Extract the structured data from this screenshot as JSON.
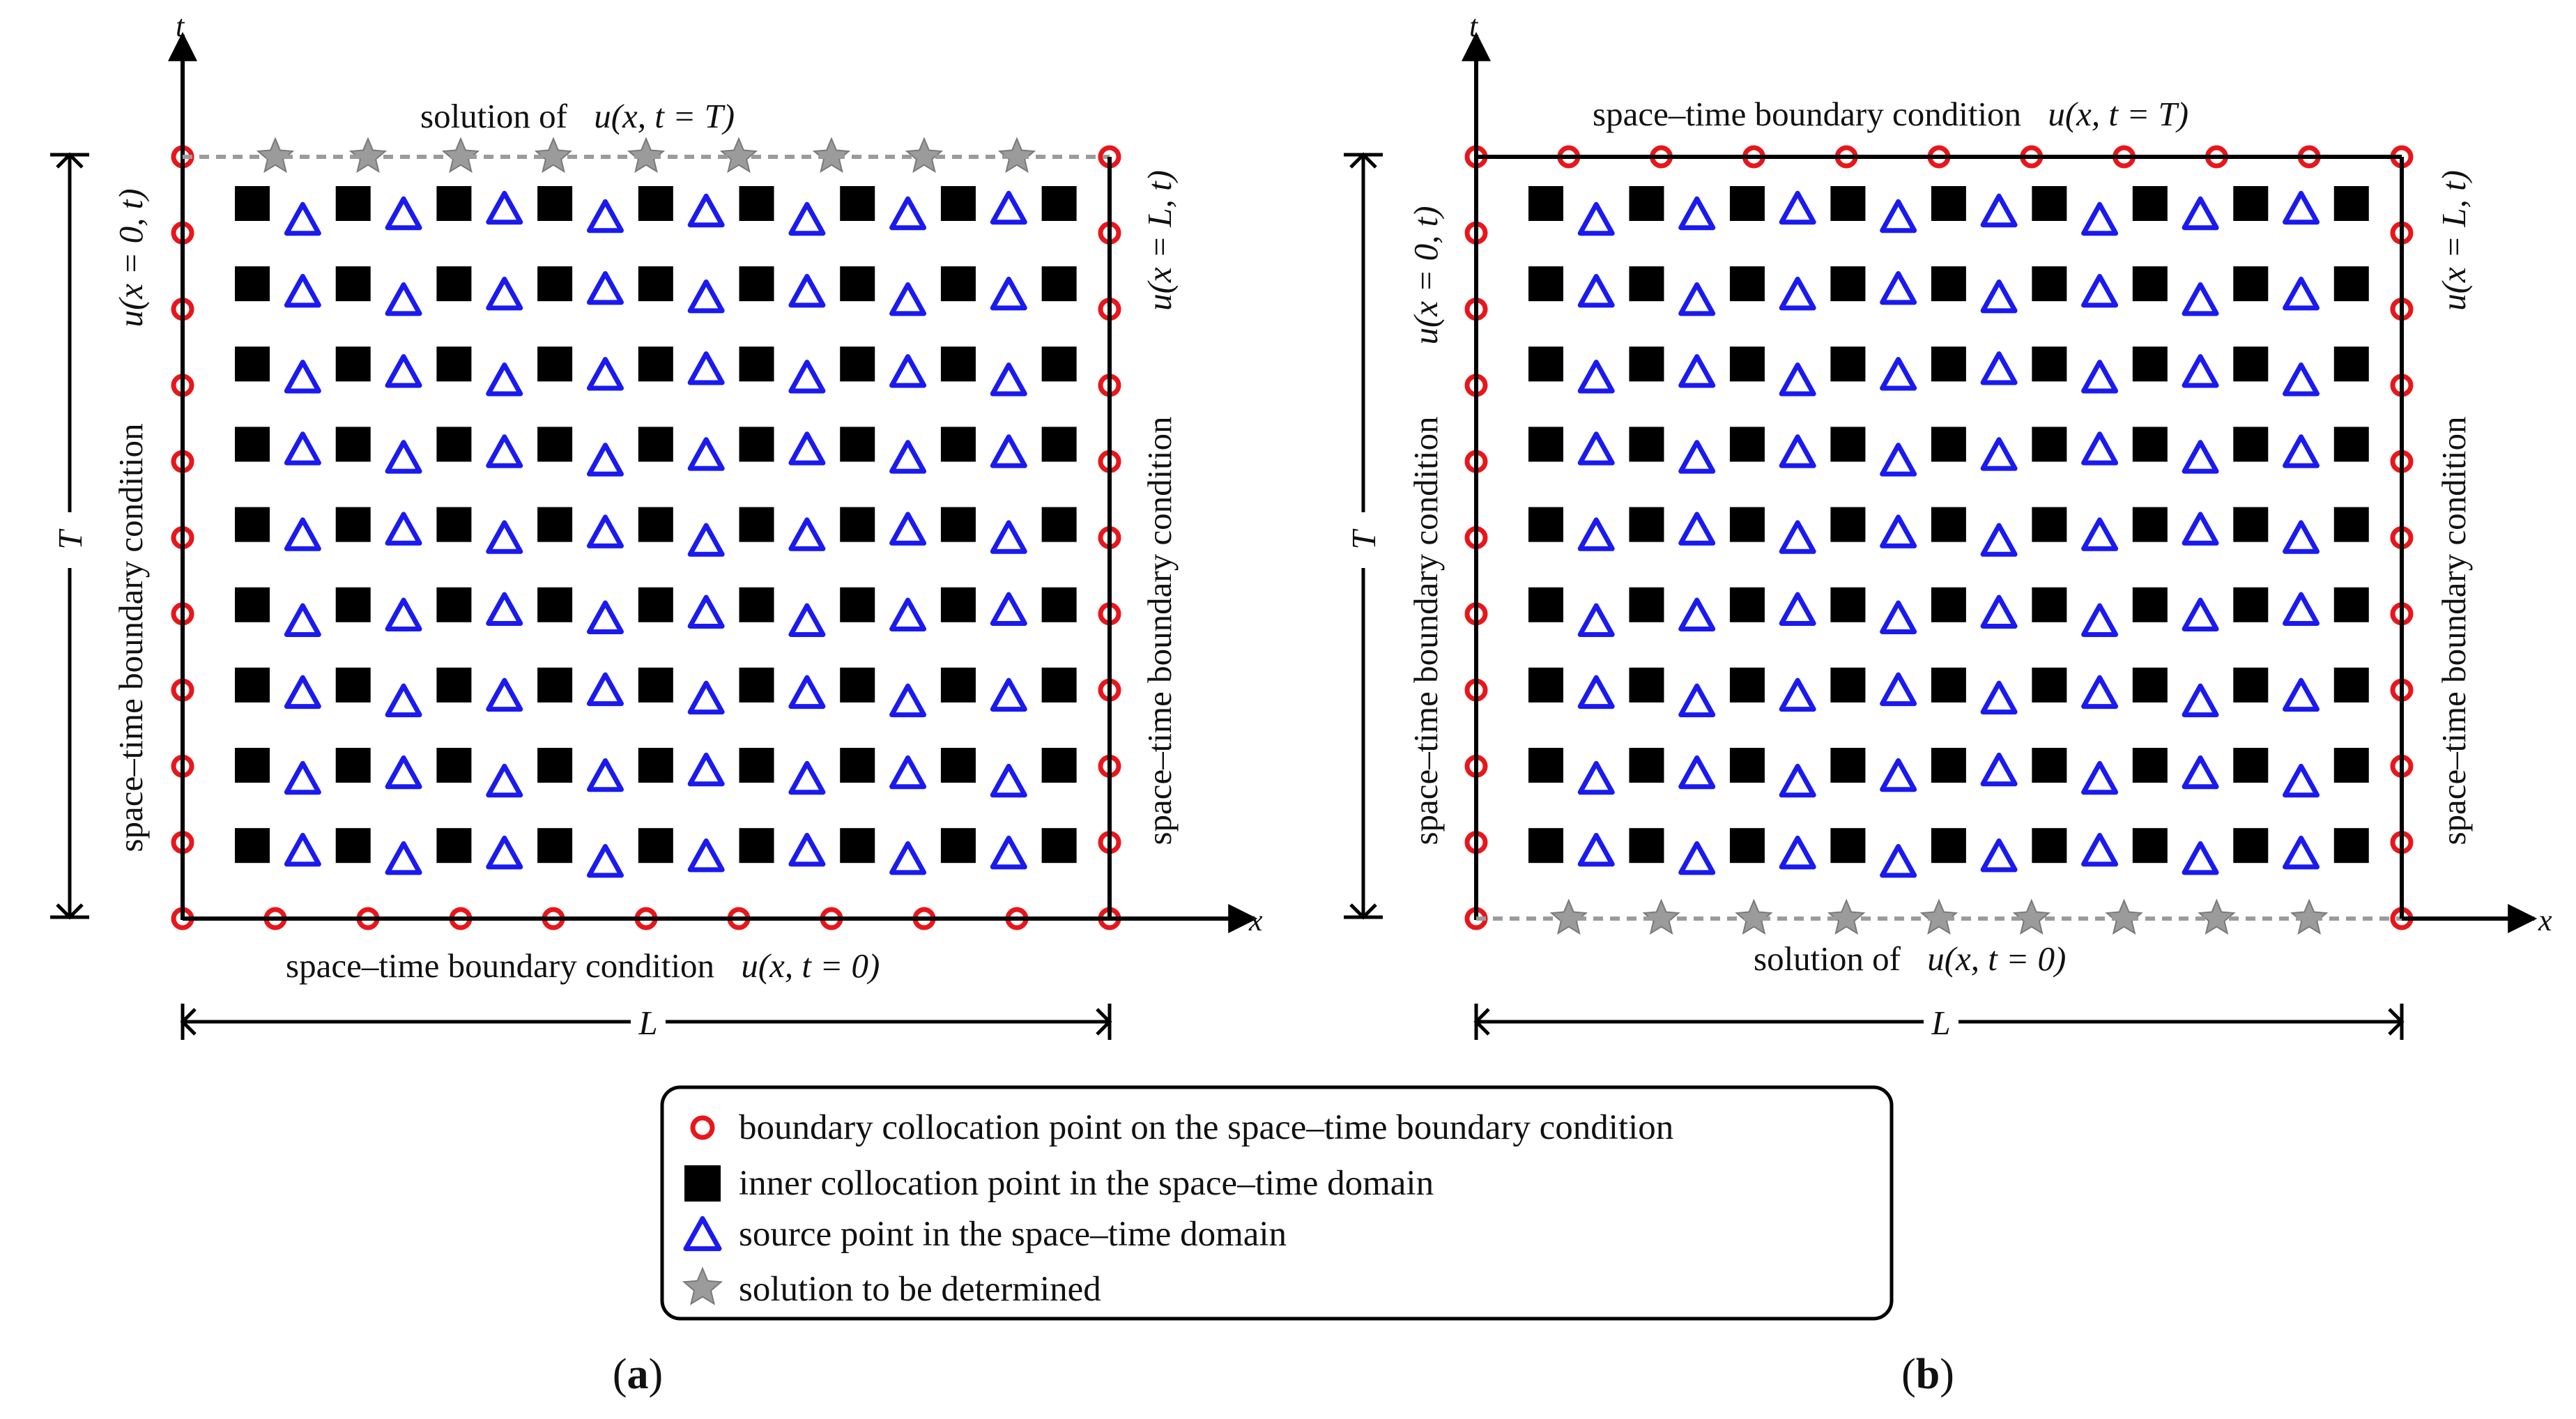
{
  "panels": [
    {
      "id": "a",
      "caption": "(a)",
      "caption_letter": "a",
      "axis_x": "x",
      "axis_t": "t",
      "top_prefix": "solution of",
      "top_math": "u(x, t = T)",
      "bottom_prefix": "space–time boundary condition",
      "bottom_math": "u(x, t = 0)",
      "left_side_math": "u(x = 0, t)",
      "right_side_math": "u(x = L, t)",
      "left_side_text": "space–time boundary condition",
      "right_side_text": "space–time boundary condition",
      "dim_T": "T",
      "dim_L": "L",
      "top_edge": "solution",
      "bottom_edge": "boundary"
    },
    {
      "id": "b",
      "caption": "(b)",
      "caption_letter": "b",
      "axis_x": "x",
      "axis_t": "t",
      "top_prefix": "space–time boundary condition",
      "top_math": "u(x, t = T)",
      "bottom_prefix": "solution of",
      "bottom_math": "u(x, t = 0)",
      "left_side_math": "u(x = 0, t)",
      "right_side_math": "u(x = L, t)",
      "left_side_text": "space–time boundary condition",
      "right_side_text": "space–time boundary condition",
      "dim_T": "T",
      "dim_L": "L",
      "top_edge": "boundary",
      "bottom_edge": "solution"
    }
  ],
  "grid": {
    "rows": 9,
    "pairs_per_row": 8,
    "side_points": 9,
    "edge_points": 9
  },
  "legend": {
    "items": [
      {
        "symbol": "circle",
        "label": "boundary collocation point on the space–time boundary condition"
      },
      {
        "symbol": "square",
        "label": "inner collocation point in the space–time domain"
      },
      {
        "symbol": "triangle",
        "label": "source point in the space–time domain"
      },
      {
        "symbol": "star",
        "label": "solution to be determined"
      }
    ]
  },
  "colors": {
    "boundary_point": "#e8161b",
    "inner_point": "#000000",
    "source_point": "#1a1af0",
    "solution_point": "#9b9b9b",
    "axis": "#000000"
  }
}
